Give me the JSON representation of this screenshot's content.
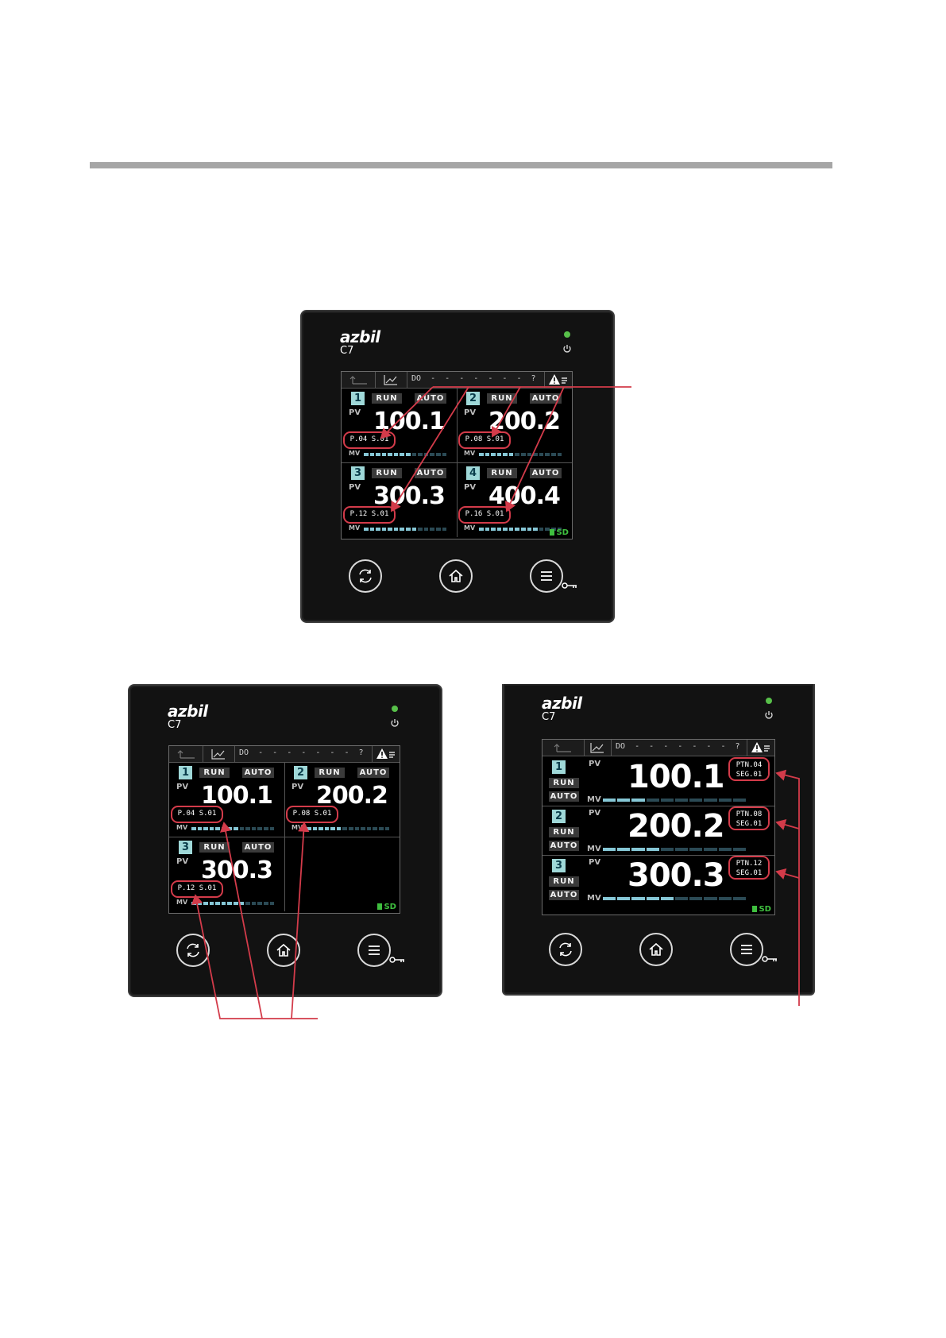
{
  "device": {
    "brand": "azbil",
    "model": "C7"
  },
  "topbar": {
    "do_text": "DO  -  -  -  -  -  -  -  ?"
  },
  "status": {
    "run": "RUN",
    "auto": "AUTO",
    "pv": "PV",
    "mv": "MV",
    "sd": "SD"
  },
  "screen_four": {
    "channels": [
      {
        "num": "1",
        "pv": "100.1",
        "pattern": "P.04 S.01",
        "mv_level": 0.55
      },
      {
        "num": "2",
        "pv": "200.2",
        "pattern": "P.08 S.01",
        "mv_level": 0.45
      },
      {
        "num": "3",
        "pv": "300.3",
        "pattern": "P.12 S.01",
        "mv_level": 0.65
      },
      {
        "num": "4",
        "pv": "400.4",
        "pattern": "P.16 S.01",
        "mv_level": 0.7
      }
    ]
  },
  "screen_three_grid": {
    "channels": [
      {
        "num": "1",
        "pv": "100.1",
        "pattern": "P.04 S.01",
        "mv_level": 0.55
      },
      {
        "num": "2",
        "pv": "200.2",
        "pattern": "P.08 S.01",
        "mv_level": 0.45
      },
      {
        "num": "3",
        "pv": "300.3",
        "pattern": "P.12 S.01",
        "mv_level": 0.65
      }
    ]
  },
  "screen_three_list": {
    "channels": [
      {
        "num": "1",
        "pv": "100.1",
        "ptn": "PTN.04",
        "seg": "SEG.01",
        "mv_level": 0.3
      },
      {
        "num": "2",
        "pv": "200.2",
        "ptn": "PTN.08",
        "seg": "SEG.01",
        "mv_level": 0.4
      },
      {
        "num": "3",
        "pv": "300.3",
        "ptn": "PTN.12",
        "seg": "SEG.01",
        "mv_level": 0.5
      }
    ]
  },
  "colors": {
    "highlight": "#d33b4a",
    "channel_badge": "#9fd8d8",
    "led": "#58c04a",
    "sd": "#3fbf3f",
    "rule": "#a6a6a6"
  },
  "icons": [
    "power-icon",
    "trend-icon",
    "alarm-icon",
    "cycle-icon",
    "home-icon",
    "menu-icon",
    "key-icon"
  ]
}
